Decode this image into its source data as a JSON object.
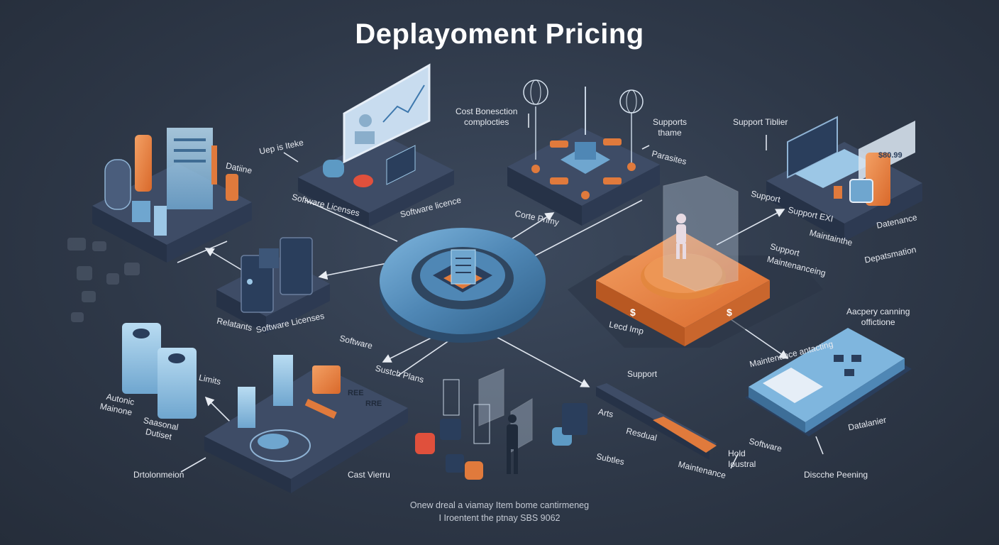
{
  "title": "Deplayoment Pricing",
  "labels": {
    "cost_connection_line1": "Cost Bonesction",
    "cost_connection_line2": "complocties",
    "supports_theme_line1": "Supports",
    "supports_theme_line2": "thame",
    "support_tier": "Support Tiblier",
    "step_is_here": "Uep is Iteke",
    "software_licenses_left": "Software Licenses",
    "software_licence_center": "Software licence",
    "dataline": "Datiine",
    "parasites": "Parasites",
    "core_pricing": "Corte Primy",
    "support_left": "Support",
    "support_ext": "Support EXI",
    "maintenance_right": "Maintainthe",
    "support_small": "Support",
    "maintenance_long": "Maintenanceing",
    "datenance": "Datenance",
    "deployment": "Depatsmation",
    "relatants": "Relatants",
    "software_licenses_mid": "Software Licenses",
    "load_imp": "Lecd Imp",
    "acquiry_line1": "Aacpery  canning",
    "acquiry_line2": "offictione",
    "maintenance_acting": "Maintenance antacting",
    "software_mid": "Software",
    "switch_plans": "Sustch Plans",
    "limits": "Limits",
    "automatic_line1": "Autonic",
    "automatic_line2": "Mainone",
    "seasonal_line1": "Saasonal",
    "seasonal_line2": "Dutiset",
    "support_bottom": "Support",
    "arts": "Arts",
    "residual": "Resdual",
    "maintenance_bottom": "Maintenance",
    "hold_line1": "Hold",
    "hold_line2": "Ioustral",
    "software_bottom": "Software",
    "subtitles": "Subtles",
    "datalinerer": "Datalanier",
    "dispute_pending": "Discche Peening",
    "deployment_left": "Drtolonmeion",
    "cart_view": "Cast Vierru"
  },
  "screen_text": {
    "card_price": "$80.99",
    "tag1": "REE",
    "tag2": "RRE"
  },
  "footer": {
    "line1": "Onew dreal a viamay Item bome cantirmeneg",
    "line2": "I Iroentent the ptnay SBS 9062"
  },
  "colors": {
    "background": "#2e3848",
    "platform_top": "#3e4c66",
    "platform_side": "#263247",
    "accent_orange": "#e07a3c",
    "accent_blue": "#5d9ac4",
    "light_blue": "#9cc7e6",
    "ring_blue": "#4f87b5"
  }
}
